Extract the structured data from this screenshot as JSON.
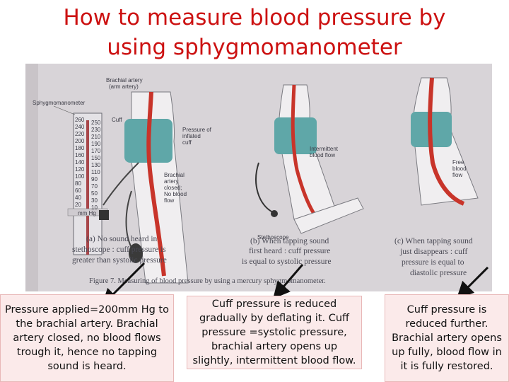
{
  "title": {
    "line1": "How to measure blood pressure by",
    "line2": "using sphygmomanometer"
  },
  "figure": {
    "labels": {
      "sphygmomanometer": "Sphygmomanometer",
      "brachial_artery": "Brachial artery",
      "arm_artery": "(arm artery)",
      "cuff": "Cuff",
      "pressure_of": "Pressure of",
      "inflated": "inflated",
      "cuff_word": "cuff",
      "brachial": "Brachial",
      "artery": "artery",
      "closed": "closed;",
      "no_blood": "No blood",
      "flow": "flow",
      "intermittent": "Intermittent",
      "blood_flow": "blood flow",
      "stethoscope": "Stethoscope",
      "free": "Free",
      "blood": "blood",
      "flow2": "flow",
      "mmhg": "mm Hg"
    },
    "scale_left": [
      "260",
      "240",
      "220",
      "200",
      "180",
      "160",
      "140",
      "120",
      "100",
      "80",
      "60",
      "40",
      "20"
    ],
    "scale_right": [
      "250",
      "230",
      "210",
      "190",
      "170",
      "150",
      "130",
      "110",
      "90",
      "70",
      "50",
      "30",
      "10"
    ],
    "caption_a": [
      "(a) No sound heard in",
      "stethoscope : cuff pressure is",
      "greater than systolic pressure"
    ],
    "caption_b": [
      "(b) When tapping sound",
      "first heard : cuff pressure",
      "is equal to systolic pressure"
    ],
    "caption_c": [
      "(c) When tapping sound",
      "just disappears : cuff",
      "pressure is equal to",
      "diastolic pressure"
    ],
    "figure_caption": "Figure 7. Measuring of blood pressure by using a mercury sphygmomanometer."
  },
  "boxes": {
    "box1": "Pressure applied=200mm Hg to the brachial artery. Brachial artery closed, no blood flows trough it, hence no tapping sound is heard.",
    "box2": "Cuff pressure is reduced gradually by deflating it. Cuff pressure =systolic pressure, brachial artery opens up slightly, intermittent blood flow.",
    "box3": "Cuff pressure is reduced further. Brachial artery opens up fully, blood flow in it is fully restored."
  },
  "colors": {
    "title": "#cc1111",
    "cuff": "#5fa7a8",
    "artery": "#c8342a",
    "box_bg": "#fbeaea",
    "photo_bg": "#d6d2d6"
  }
}
